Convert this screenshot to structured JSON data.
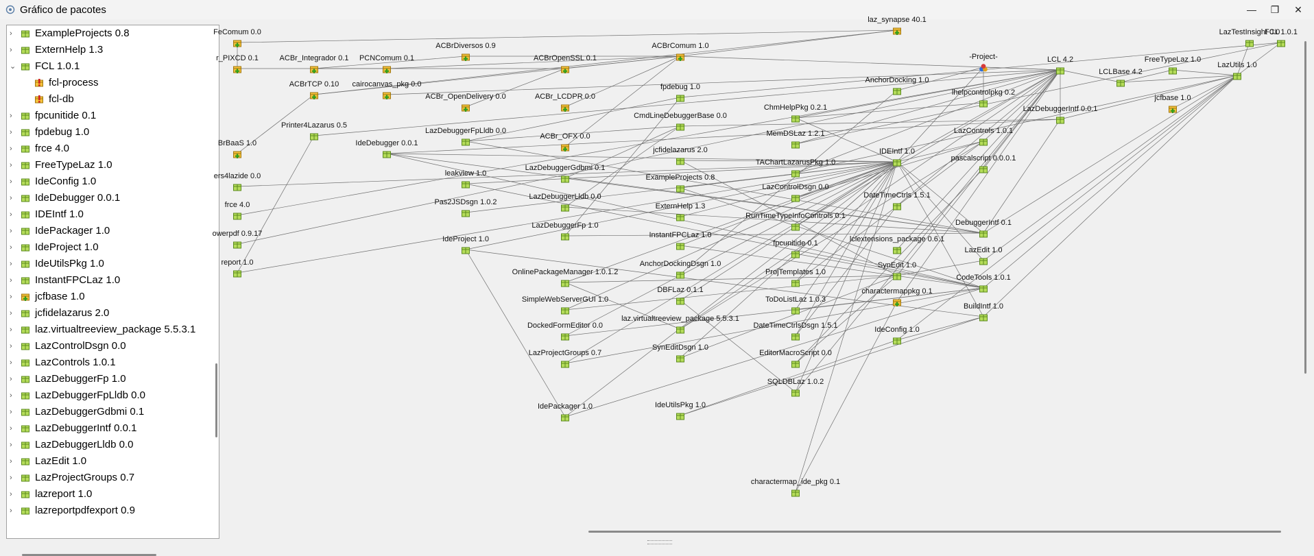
{
  "window": {
    "title": "Gráfico de pacotes",
    "minimize_glyph": "—",
    "restore_glyph": "❐",
    "close_glyph": "✕"
  },
  "tree": {
    "items": [
      {
        "label": "ExampleProjects 0.8",
        "expander": "›",
        "icon": "package-icon"
      },
      {
        "label": "ExternHelp 1.3",
        "expander": "›",
        "icon": "package-icon"
      },
      {
        "label": "FCL 1.0.1",
        "expander": "⌄",
        "icon": "package-icon"
      },
      {
        "label": "fcl-process",
        "expander": "",
        "icon": "warning-package-icon",
        "indent": 1
      },
      {
        "label": "fcl-db",
        "expander": "",
        "icon": "warning-package-icon",
        "indent": 1
      },
      {
        "label": "fpcunitide 0.1",
        "expander": "›",
        "icon": "package-icon"
      },
      {
        "label": "fpdebug 1.0",
        "expander": "›",
        "icon": "package-icon"
      },
      {
        "label": "frce 4.0",
        "expander": "›",
        "icon": "package-icon"
      },
      {
        "label": "FreeTypeLaz 1.0",
        "expander": "›",
        "icon": "package-icon"
      },
      {
        "label": "IdeConfig 1.0",
        "expander": "›",
        "icon": "package-icon"
      },
      {
        "label": "IdeDebugger 0.0.1",
        "expander": "›",
        "icon": "package-icon"
      },
      {
        "label": "IDEIntf 1.0",
        "expander": "›",
        "icon": "package-icon"
      },
      {
        "label": "IdePackager 1.0",
        "expander": "›",
        "icon": "package-icon"
      },
      {
        "label": "IdeProject 1.0",
        "expander": "›",
        "icon": "package-icon"
      },
      {
        "label": "IdeUtilsPkg 1.0",
        "expander": "›",
        "icon": "package-icon"
      },
      {
        "label": "InstantFPCLaz 1.0",
        "expander": "›",
        "icon": "package-icon"
      },
      {
        "label": "jcfbase 1.0",
        "expander": "›",
        "icon": "install-package-icon"
      },
      {
        "label": "jcfidelazarus 2.0",
        "expander": "›",
        "icon": "package-icon"
      },
      {
        "label": "laz.virtualtreeview_package 5.5.3.1",
        "expander": "›",
        "icon": "package-icon"
      },
      {
        "label": "LazControlDsgn 0.0",
        "expander": "›",
        "icon": "package-icon"
      },
      {
        "label": "LazControls 1.0.1",
        "expander": "›",
        "icon": "package-icon"
      },
      {
        "label": "LazDebuggerFp 1.0",
        "expander": "›",
        "icon": "package-icon"
      },
      {
        "label": "LazDebuggerFpLldb 0.0",
        "expander": "›",
        "icon": "package-icon"
      },
      {
        "label": "LazDebuggerGdbmi 0.1",
        "expander": "›",
        "icon": "package-icon"
      },
      {
        "label": "LazDebuggerIntf 0.0.1",
        "expander": "›",
        "icon": "package-icon"
      },
      {
        "label": "LazDebuggerLldb 0.0",
        "expander": "›",
        "icon": "package-icon"
      },
      {
        "label": "LazEdit 1.0",
        "expander": "›",
        "icon": "package-icon"
      },
      {
        "label": "LazProjectGroups 0.7",
        "expander": "›",
        "icon": "package-icon"
      },
      {
        "label": "lazreport 1.0",
        "expander": "›",
        "icon": "package-icon"
      },
      {
        "label": "lazreportpdfexport 0.9",
        "expander": "›",
        "icon": "package-icon"
      }
    ]
  },
  "graph": {
    "nodes": [
      {
        "id": "fecomum",
        "label": "FeComum 0.0",
        "kind": "install"
      },
      {
        "id": "pixcd",
        "label": "r_PIXCD 0.1",
        "kind": "install"
      },
      {
        "id": "integrador",
        "label": "ACBr_Integrador 0.1",
        "kind": "install"
      },
      {
        "id": "pcncomum",
        "label": "PCNComum 0.1",
        "kind": "install"
      },
      {
        "id": "diversos",
        "label": "ACBrDiversos 0.9",
        "kind": "install"
      },
      {
        "id": "openssl",
        "label": "ACBrOpenSSL 0.1",
        "kind": "install"
      },
      {
        "id": "acbrcomum",
        "label": "ACBrComum 1.0",
        "kind": "install"
      },
      {
        "id": "synapse",
        "label": "laz_synapse 40.1",
        "kind": "install"
      },
      {
        "id": "testinsight",
        "label": "LazTestInsight 0.0",
        "kind": "package"
      },
      {
        "id": "fcl",
        "label": "FCL 1.0.1",
        "kind": "package"
      },
      {
        "id": "acbrtcp",
        "label": "ACBrTCP 0.10",
        "kind": "install"
      },
      {
        "id": "cairocanvas",
        "label": "cairocanvas_pkg 0.0",
        "kind": "install"
      },
      {
        "id": "opendelivery",
        "label": "ACBr_OpenDelivery 0.0",
        "kind": "install"
      },
      {
        "id": "lcdpr",
        "label": "ACBr_LCDPR 0.0",
        "kind": "install"
      },
      {
        "id": "fpdebug",
        "label": "fpdebug 1.0",
        "kind": "package"
      },
      {
        "id": "anchordocking",
        "label": "AnchorDocking 1.0",
        "kind": "package"
      },
      {
        "id": "project",
        "label": "-Project-",
        "kind": "project"
      },
      {
        "id": "lcl",
        "label": "LCL 4.2",
        "kind": "package"
      },
      {
        "id": "lclbase",
        "label": "LCLBase 4.2",
        "kind": "package"
      },
      {
        "id": "freetypelaz",
        "label": "FreeTypeLaz 1.0",
        "kind": "package"
      },
      {
        "id": "lazutils",
        "label": "LazUtils 1.0",
        "kind": "package"
      },
      {
        "id": "lhelpcontrol",
        "label": "lhelpcontrolpkg 0.2",
        "kind": "package"
      },
      {
        "id": "cmdline",
        "label": "CmdLineDebuggerBase 0.0",
        "kind": "package"
      },
      {
        "id": "chmhelp",
        "label": "ChmHelpPkg 0.2.1",
        "kind": "package"
      },
      {
        "id": "lazdbgintf",
        "label": "LazDebuggerIntf 0.0.1",
        "kind": "package"
      },
      {
        "id": "jcfbase",
        "label": "jcfbase 1.0",
        "kind": "install"
      },
      {
        "id": "printer4laz",
        "label": "Printer4Lazarus 0.5",
        "kind": "package"
      },
      {
        "id": "brbaas",
        "label": "BrBaaS 1.0",
        "kind": "install"
      },
      {
        "id": "idedebugger",
        "label": "IdeDebugger 0.0.1",
        "kind": "package"
      },
      {
        "id": "fplldb",
        "label": "LazDebuggerFpLldb 0.0",
        "kind": "package"
      },
      {
        "id": "acbrofx",
        "label": "ACBr_OFX 0.0",
        "kind": "install"
      },
      {
        "id": "memdslaz",
        "label": "MemDSLaz 1.2.1",
        "kind": "package"
      },
      {
        "id": "lazcontrols",
        "label": "LazControls 1.0.1",
        "kind": "package"
      },
      {
        "id": "jcfide",
        "label": "jcfidelazarus 2.0",
        "kind": "package"
      },
      {
        "id": "ideintf",
        "label": "IDEIntf 1.0",
        "kind": "package"
      },
      {
        "id": "ers4lazide",
        "label": "ers4lazide 0.0",
        "kind": "package"
      },
      {
        "id": "gdbmi",
        "label": "LazDebuggerGdbmi 0.1",
        "kind": "package"
      },
      {
        "id": "tachart",
        "label": "TAChartLazarusPkg 1.0",
        "kind": "package"
      },
      {
        "id": "pascalscript",
        "label": "pascalscript 0.0.0.1",
        "kind": "package"
      },
      {
        "id": "leakview",
        "label": "leakview 1.0",
        "kind": "package"
      },
      {
        "id": "exampleprojects",
        "label": "ExampleProjects 0.8",
        "kind": "package"
      },
      {
        "id": "lazcontroldsgn",
        "label": "LazControlDsgn 0.0",
        "kind": "package"
      },
      {
        "id": "lldb",
        "label": "LazDebuggerLldb 0.0",
        "kind": "package"
      },
      {
        "id": "frce",
        "label": "frce 4.0",
        "kind": "package"
      },
      {
        "id": "pas2js",
        "label": "Pas2JSDsgn 1.0.2",
        "kind": "package"
      },
      {
        "id": "externhelp",
        "label": "ExternHelp 1.3",
        "kind": "package"
      },
      {
        "id": "datetimectrls",
        "label": "DateTimeCtrls 1.5.1",
        "kind": "package"
      },
      {
        "id": "rtti",
        "label": "RunTimeTypeInfoControls 0.1",
        "kind": "package"
      },
      {
        "id": "debuggerintf",
        "label": "DebuggerIntf 0.1",
        "kind": "package"
      },
      {
        "id": "lazdbgfp",
        "label": "LazDebuggerFp 1.0",
        "kind": "package"
      },
      {
        "id": "powerpdf",
        "label": "owerpdf 0.9.17",
        "kind": "package"
      },
      {
        "id": "instantfpc",
        "label": "InstantFPCLaz 1.0",
        "kind": "package"
      },
      {
        "id": "lclext",
        "label": "lclextensions_package 0.6.1",
        "kind": "package"
      },
      {
        "id": "ideproject",
        "label": "IdeProject 1.0",
        "kind": "package"
      },
      {
        "id": "fpcunitide",
        "label": "fpcunitide 0.1",
        "kind": "package"
      },
      {
        "id": "lazedit",
        "label": "LazEdit 1.0",
        "kind": "package"
      },
      {
        "id": "report",
        "label": "report 1.0",
        "kind": "package"
      },
      {
        "id": "anchordsgn",
        "label": "AnchorDockingDsgn 1.0",
        "kind": "package"
      },
      {
        "id": "synedit",
        "label": "SynEdit 1.0",
        "kind": "package"
      },
      {
        "id": "opm",
        "label": "OnlinePackageManager 1.0.1.2",
        "kind": "package"
      },
      {
        "id": "projtemplates",
        "label": "ProjTemplates 1.0",
        "kind": "package"
      },
      {
        "id": "codetools",
        "label": "CodeTools 1.0.1",
        "kind": "package"
      },
      {
        "id": "dbflaz",
        "label": "DBFLaz 0.1.1",
        "kind": "package"
      },
      {
        "id": "charmap",
        "label": "charactermappkg 0.1",
        "kind": "install"
      },
      {
        "id": "websrv",
        "label": "SimpleWebServerGUI 1.0",
        "kind": "package"
      },
      {
        "id": "todolist",
        "label": "ToDoListLaz 1.0.3",
        "kind": "package"
      },
      {
        "id": "buildintf",
        "label": "BuildIntf 1.0",
        "kind": "package"
      },
      {
        "id": "vtv",
        "label": "laz.virtualtreeview_package 5.5.3.1",
        "kind": "package"
      },
      {
        "id": "docked",
        "label": "DockedFormEditor 0.0",
        "kind": "package"
      },
      {
        "id": "dtdsgn",
        "label": "DateTimeCtrlsDsgn 1.5.1",
        "kind": "package"
      },
      {
        "id": "ideconfig",
        "label": "IdeConfig 1.0",
        "kind": "package"
      },
      {
        "id": "syneditdsgn",
        "label": "SynEditDsgn 1.0",
        "kind": "package"
      },
      {
        "id": "projgroups",
        "label": "LazProjectGroups 0.7",
        "kind": "package"
      },
      {
        "id": "macroscript",
        "label": "EditorMacroScript 0.0",
        "kind": "package"
      },
      {
        "id": "sqldb",
        "label": "SQLDBLaz 1.0.2",
        "kind": "package"
      },
      {
        "id": "idepackager",
        "label": "IdePackager 1.0",
        "kind": "package"
      },
      {
        "id": "ideutils",
        "label": "IdeUtilsPkg 1.0",
        "kind": "package"
      },
      {
        "id": "charmapide",
        "label": "charactermap_ide_pkg 0.1",
        "kind": "package"
      }
    ],
    "edges": [
      [
        "project",
        "lcl"
      ],
      [
        "project",
        "lhelpcontrol"
      ],
      [
        "project",
        "anchordocking"
      ],
      [
        "project",
        "ideintf"
      ],
      [
        "lcl",
        "lclbase"
      ],
      [
        "lclbase",
        "lazutils"
      ],
      [
        "lclbase",
        "freetypelaz"
      ],
      [
        "freetypelaz",
        "lazutils"
      ],
      [
        "jcfbase",
        "lazutils"
      ],
      [
        "lazutils",
        "fcl"
      ],
      [
        "lazutils",
        "testinsight"
      ],
      [
        "lcl",
        "lazdbgintf"
      ],
      [
        "lazdbgintf",
        "lazutils"
      ],
      [
        "ideintf",
        "lazcontrols"
      ],
      [
        "ideintf",
        "lcl"
      ],
      [
        "ideintf",
        "buildintf"
      ],
      [
        "ideintf",
        "lazedit"
      ],
      [
        "ideintf",
        "debuggerintf"
      ],
      [
        "lazcontrols",
        "lcl"
      ],
      [
        "pascalscript",
        "lcl"
      ],
      [
        "datetimectrls",
        "lcl"
      ],
      [
        "debuggerintf",
        "lazutils"
      ],
      [
        "debuggerintf",
        "lazdbgintf"
      ],
      [
        "lclext",
        "lcl"
      ],
      [
        "lazedit",
        "lazutils"
      ],
      [
        "synedit",
        "lcl"
      ],
      [
        "synedit",
        "lazedit"
      ],
      [
        "codetools",
        "lazutils"
      ],
      [
        "buildintf",
        "lazutils"
      ],
      [
        "charmap",
        "lcl"
      ],
      [
        "ideconfig",
        "lazutils"
      ],
      [
        "ideconfig",
        "buildintf"
      ],
      [
        "chmhelp",
        "lhelpcontrol"
      ],
      [
        "chmhelp",
        "ideintf"
      ],
      [
        "memdslaz",
        "lcl"
      ],
      [
        "tachart",
        "lcl"
      ],
      [
        "lazcontroldsgn",
        "ideintf"
      ],
      [
        "rtti",
        "ideintf"
      ],
      [
        "fpcunitide",
        "ideintf"
      ],
      [
        "projtemplates",
        "ideintf"
      ],
      [
        "todolist",
        "ideintf"
      ],
      [
        "dtdsgn",
        "datetimectrls"
      ],
      [
        "macroscript",
        "pascalscript"
      ],
      [
        "sqldb",
        "ideintf"
      ],
      [
        "charmapide",
        "charmap"
      ],
      [
        "charmapide",
        "ideintf"
      ],
      [
        "acbrcomum",
        "synapse"
      ],
      [
        "acbrcomum",
        "lcl"
      ],
      [
        "openssl",
        "acbrcomum"
      ],
      [
        "diversos",
        "acbrcomum"
      ],
      [
        "pcncomum",
        "acbrcomum"
      ],
      [
        "integrador",
        "pcncomum"
      ],
      [
        "integrador",
        "diversos"
      ],
      [
        "pixcd",
        "fecomum"
      ],
      [
        "pixcd",
        "openssl"
      ],
      [
        "acbrtcp",
        "synapse"
      ],
      [
        "acbrtcp",
        "acbrcomum"
      ],
      [
        "cairocanvas",
        "lcl"
      ],
      [
        "opendelivery",
        "openssl"
      ],
      [
        "lcdpr",
        "acbrcomum"
      ],
      [
        "acbrofx",
        "acbrcomum"
      ],
      [
        "printer4laz",
        "lcl"
      ],
      [
        "brbaas",
        "acbrtcp"
      ],
      [
        "fpdebug",
        "fcl"
      ],
      [
        "cmdline",
        "lazdbgintf"
      ],
      [
        "idedebugger",
        "debuggerintf"
      ],
      [
        "idedebugger",
        "ideintf"
      ],
      [
        "fplldb",
        "fpdebug"
      ],
      [
        "fplldb",
        "cmdline"
      ],
      [
        "gdbmi",
        "cmdline"
      ],
      [
        "lldb",
        "cmdline"
      ],
      [
        "lazdbgfp",
        "fpdebug"
      ],
      [
        "jcfide",
        "ideintf"
      ],
      [
        "exampleprojects",
        "ideintf"
      ],
      [
        "externhelp",
        "ideintf"
      ],
      [
        "instantfpc",
        "ideintf"
      ],
      [
        "anchordsgn",
        "anchordocking"
      ],
      [
        "dbflaz",
        "ideintf"
      ],
      [
        "vtv",
        "lcl"
      ],
      [
        "syneditdsgn",
        "synedit"
      ],
      [
        "ideutils",
        "ideconfig"
      ],
      [
        "leakview",
        "ideintf"
      ],
      [
        "pas2js",
        "ideintf"
      ],
      [
        "ideproject",
        "ideintf"
      ],
      [
        "opm",
        "ideintf"
      ],
      [
        "opm",
        "vtv"
      ],
      [
        "websrv",
        "ideintf"
      ],
      [
        "docked",
        "ideintf"
      ],
      [
        "projgroups",
        "ideintf"
      ],
      [
        "idepackager",
        "ideintf"
      ],
      [
        "idepackager",
        "ideproject"
      ],
      [
        "ers4lazide",
        "ideintf"
      ],
      [
        "frce",
        "lcl"
      ],
      [
        "powerpdf",
        "lcl"
      ],
      [
        "report",
        "printer4laz"
      ],
      [
        "report",
        "ideintf"
      ],
      [
        "fecomum",
        "synapse"
      ],
      [
        "opm",
        "synedit"
      ],
      [
        "websrv",
        "synedit"
      ],
      [
        "docked",
        "codetools"
      ],
      [
        "projgroups",
        "codetools"
      ],
      [
        "idepackager",
        "codetools"
      ],
      [
        "ideutils",
        "buildintf"
      ],
      [
        "leakview",
        "codetools"
      ],
      [
        "ideproject",
        "buildintf"
      ],
      [
        "jcfide",
        "synedit"
      ],
      [
        "exampleprojects",
        "codetools"
      ],
      [
        "instantfpc",
        "codetools"
      ],
      [
        "dbflaz",
        "sqldb"
      ],
      [
        "syneditdsgn",
        "ideintf"
      ],
      [
        "vtv",
        "lazcontrols"
      ],
      [
        "sqldb",
        "lcl"
      ],
      [
        "dtdsgn",
        "ideintf"
      ],
      [
        "macroscript",
        "synedit"
      ],
      [
        "todolist",
        "codetools"
      ],
      [
        "projtemplates",
        "lazcontrols"
      ],
      [
        "fpcunitide",
        "codetools"
      ],
      [
        "rtti",
        "lcl"
      ],
      [
        "tachart",
        "lazutils"
      ],
      [
        "memdslaz",
        "fcl"
      ],
      [
        "lazcontroldsgn",
        "lazcontrols"
      ],
      [
        "chmhelp",
        "lcl"
      ],
      [
        "idedebugger",
        "lazdbgintf"
      ],
      [
        "idedebugger",
        "codetools"
      ],
      [
        "gdbmi",
        "debuggerintf"
      ],
      [
        "lldb",
        "debuggerintf"
      ],
      [
        "lazdbgfp",
        "debuggerintf"
      ],
      [
        "fplldb",
        "debuggerintf"
      ]
    ]
  }
}
